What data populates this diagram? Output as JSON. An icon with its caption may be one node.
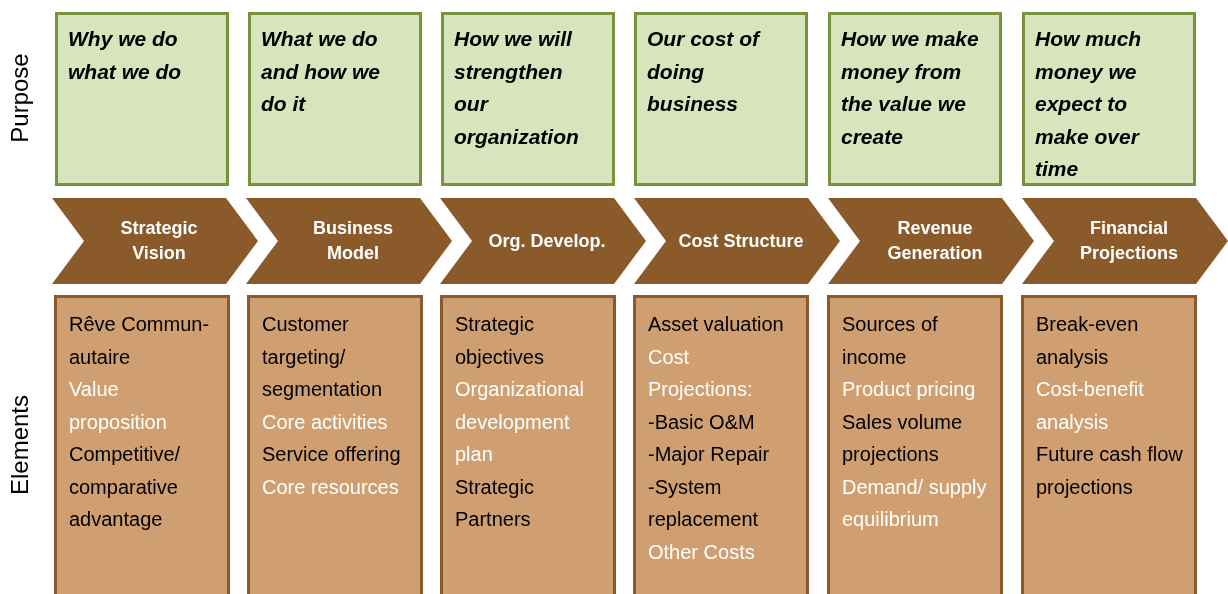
{
  "diagram": {
    "nodes": [
      {
        "text": [
          "Why we do what we do"
        ]
      },
      {
        "text": [
          "What we do and how we do it"
        ]
      },
      {
        "text": [
          "How we will strengthen our organization"
        ]
      },
      {
        "text": [
          "Our cost of doing business"
        ]
      },
      {
        "text": [
          "How we make money from the value we create"
        ]
      },
      {
        "text": [
          "How much money we expect to make over time"
        ]
      },
      {
        "text": [
          "Strategic Vision"
        ]
      },
      {
        "text": [
          "Business Model"
        ]
      },
      {
        "text": [
          "Org. Develop."
        ]
      },
      {
        "text": [
          "Cost Structure"
        ]
      },
      {
        "text": [
          "Revenue Generation"
        ]
      },
      {
        "text": [
          "Financial Projections"
        ]
      },
      {
        "text": [
          "Rêve Commun- autaire",
          "Value proposition",
          "Competitive/ comparative advantage"
        ]
      },
      {
        "text": [
          "Customer targeting/ segmentation",
          "Core activities",
          "Service offering",
          "Core resources"
        ]
      },
      {
        "text": [
          "Strategic objectives",
          "Organizational development plan",
          "Strategic Partners"
        ]
      },
      {
        "text": [
          "Asset valuation",
          "Cost Projections:",
          "-Basic O&M",
          "-Major Repair",
          "-System replacement",
          "Other Costs"
        ]
      },
      {
        "text": [
          "Sources of income",
          "Product pricing",
          "Sales volume projections",
          "Demand/ supply equilibrium"
        ]
      },
      {
        "text": [
          "Break-even analysis",
          "Cost-benefit analysis",
          "Future cash flow projections"
        ]
      }
    ],
    "edges": [],
    "labels": [
      "Purpose",
      "Elements"
    ]
  }
}
